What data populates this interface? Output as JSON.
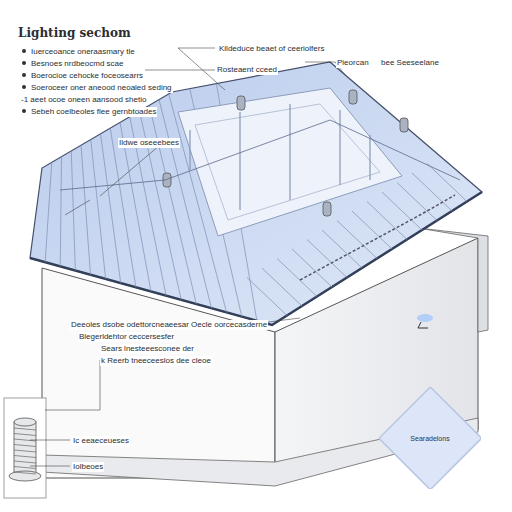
{
  "diagram": {
    "title": "Lighting sechom",
    "nodes": [
      {
        "text": [
          "Searadelons"
        ]
      }
    ],
    "labels": [
      "Iuerceoance oneraasmary tle",
      "Besnoes nrdbeocmd scae",
      "Boerocioe cehocke foceosearrs",
      "Soeroceer oner aneood neoaled seding",
      "-1 aeet ocoe oneen aansood shetio",
      "Sebeh coelbeoles flee gernbtoades",
      "Kildeduce beaet of ceeriolfers",
      "Rosteaent cceed",
      "Pieorcan",
      "bee Seeseelane",
      "Ildwe oseeebees",
      "Deeoles dsobe odettorcneaeesar Oecle oorcecasderne",
      "Blegerldehtor ceccersesfer",
      "Sears lnesteeesconee der",
      "k Reerb tneeceeslos dee cleoe",
      "Ic eeaeceueses",
      "Iolbeoes"
    ]
  }
}
